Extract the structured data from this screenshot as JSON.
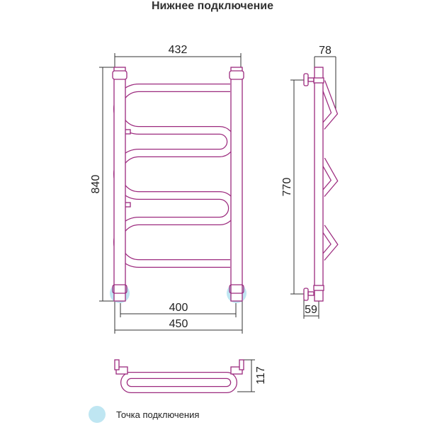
{
  "title": "Нижнее подключение",
  "dimensions": {
    "top_width": "432",
    "height_total": "840",
    "bottom_inner": "400",
    "bottom_outer": "450",
    "side_depth": "78",
    "side_height": "770",
    "side_bottom": "59",
    "bottom_view_depth": "117"
  },
  "legend": {
    "label": "Точка подключения",
    "color": "#bfe6f2"
  },
  "colors": {
    "pipe": "#9c2a7e",
    "dim_line": "#333333"
  }
}
